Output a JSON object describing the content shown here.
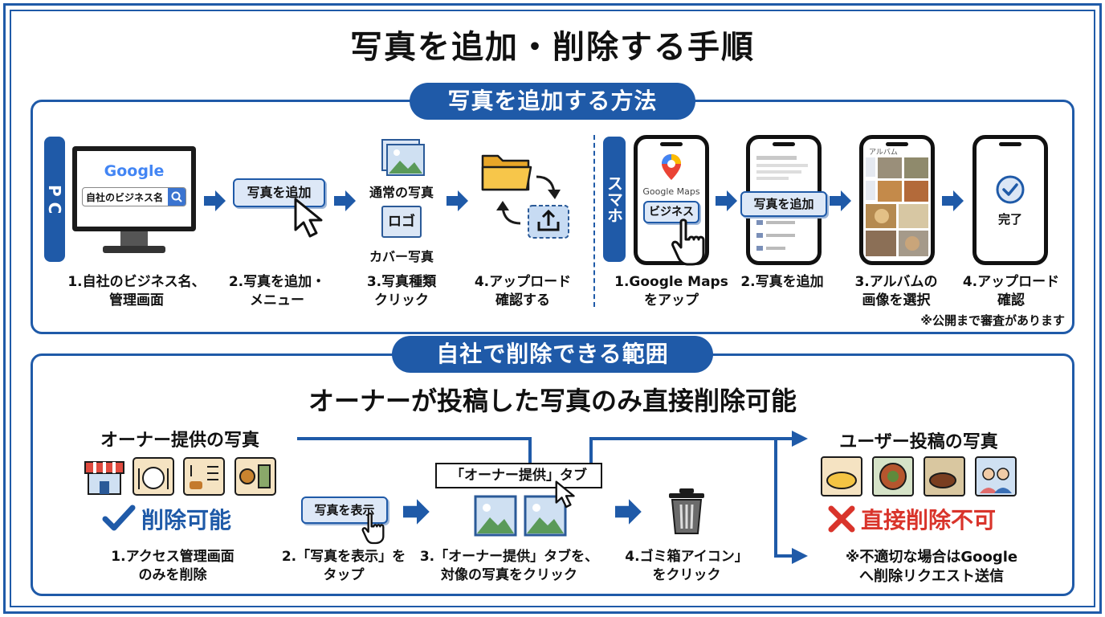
{
  "title": "写真を追加・削除する手順",
  "add_section": {
    "label": "写真を追加する方法",
    "pc": {
      "tab": "P C",
      "google_logo": "Google",
      "search_text": "自社のビジネス名",
      "add_button": "写真を追加",
      "photo_type_normal": "通常の写真",
      "photo_type_logo": "ロゴ",
      "photo_type_cover": "カバー写真",
      "steps": [
        "1.自社のビジネス名、\n管理画面",
        "2.写真を追加・\nメニュー",
        "3.写真種類\nクリック",
        "4.アップロード\n確認する"
      ]
    },
    "smartphone": {
      "tab": "スマホ",
      "maps_text": "Google Maps",
      "business_button": "ビジネス",
      "add_button": "写真を追加",
      "album_label": "アルバム",
      "done_label": "完了",
      "steps": [
        "1.Google Maps\nをアップ",
        "2.写真を追加",
        "3.アルバムの\n画像を選択",
        "4.アップロード\n確認"
      ],
      "note": "※公開まで審査があります"
    }
  },
  "delete_section": {
    "label": "自社で削除できる範囲",
    "headline": "オーナーが投稿した写真のみ直接削除可能",
    "owner_title": "オーナー提供の写真",
    "owner_status": "削除可能",
    "show_photo_button": "写真を表示",
    "owner_tab": "「オーナー提供」タブ",
    "user_title": "ユーザー投稿の写真",
    "user_status": "直接削除不可",
    "user_note": "※不適切な場合はGoogle\nへ削除リクエスト送信",
    "steps": [
      "1.アクセス管理画面\nのみを削除",
      "2.「写真を表示」を\nタップ",
      "3.「オーナー提供」タブを、\n対像の写真をクリック",
      "4.ゴミ箱アイコン」\nをクリック"
    ]
  },
  "colors": {
    "primary": "#1f5aa8",
    "check": "#1f5aa8",
    "cross": "#d9342b"
  }
}
